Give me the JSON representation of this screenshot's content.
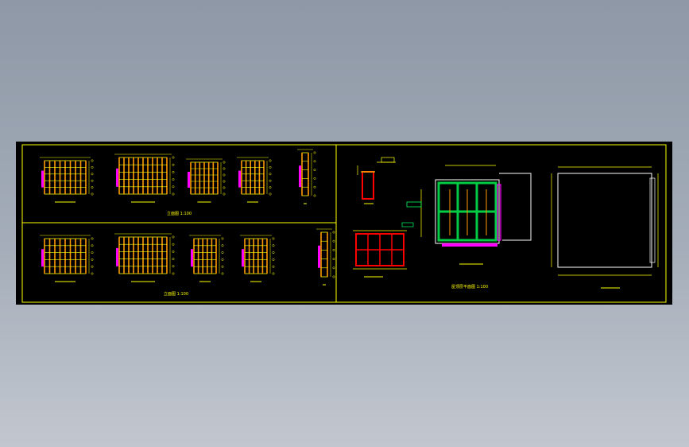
{
  "viewer": {
    "background_color": "#9aa3af",
    "canvas_color": "#000000"
  },
  "colors": {
    "frame": "#ffff00",
    "column": "#ff9900",
    "dimension": "#ffff00",
    "accent": "#ff00ff",
    "wall": "#ff0000",
    "hatch": "#00cc44",
    "leader": "#00ff66",
    "outline": "#ffffff"
  },
  "titles": {
    "row1_caption": "立面图 1:100",
    "row2_caption": "立面图 1:100",
    "plan_caption": "屋顶层平面图 1:100"
  },
  "drawing": {
    "sheet_1": "elevation-drawings",
    "sheet_2": "floor-plans"
  }
}
